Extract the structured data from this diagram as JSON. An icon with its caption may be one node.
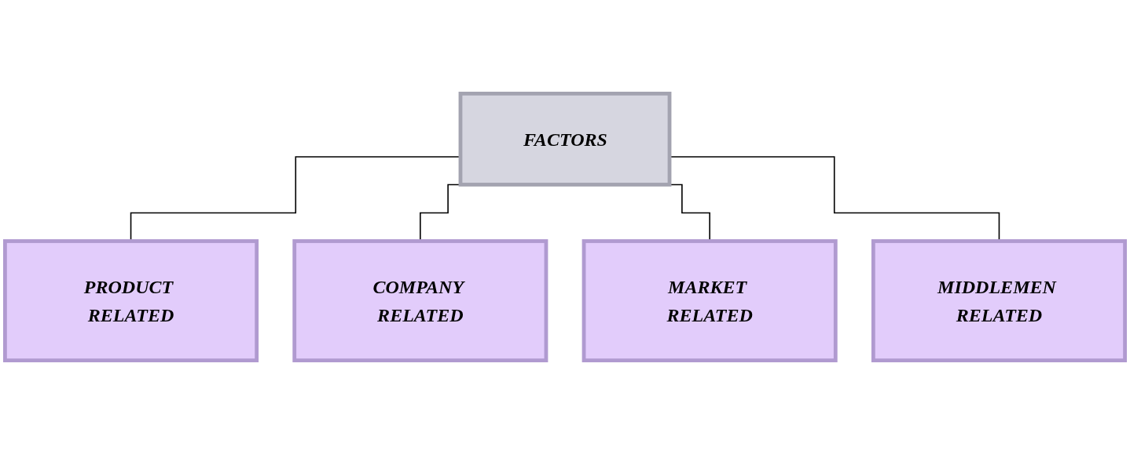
{
  "diagram": {
    "nodes": [
      {
        "text": [
          "FACTORS"
        ]
      },
      {
        "text": [
          "PRODUCT RELATED"
        ]
      },
      {
        "text": [
          "COMPANY RELATED"
        ]
      },
      {
        "text": [
          "MARKET RELATED"
        ]
      },
      {
        "text": [
          "MIDDLEMEN RELATED"
        ]
      }
    ],
    "edges": [
      {
        "from": 0,
        "to": 1,
        "arrow": "none"
      },
      {
        "from": 0,
        "to": 2,
        "arrow": "none"
      },
      {
        "from": 0,
        "to": 3,
        "arrow": "none"
      },
      {
        "from": 0,
        "to": 4,
        "arrow": "none"
      }
    ]
  }
}
